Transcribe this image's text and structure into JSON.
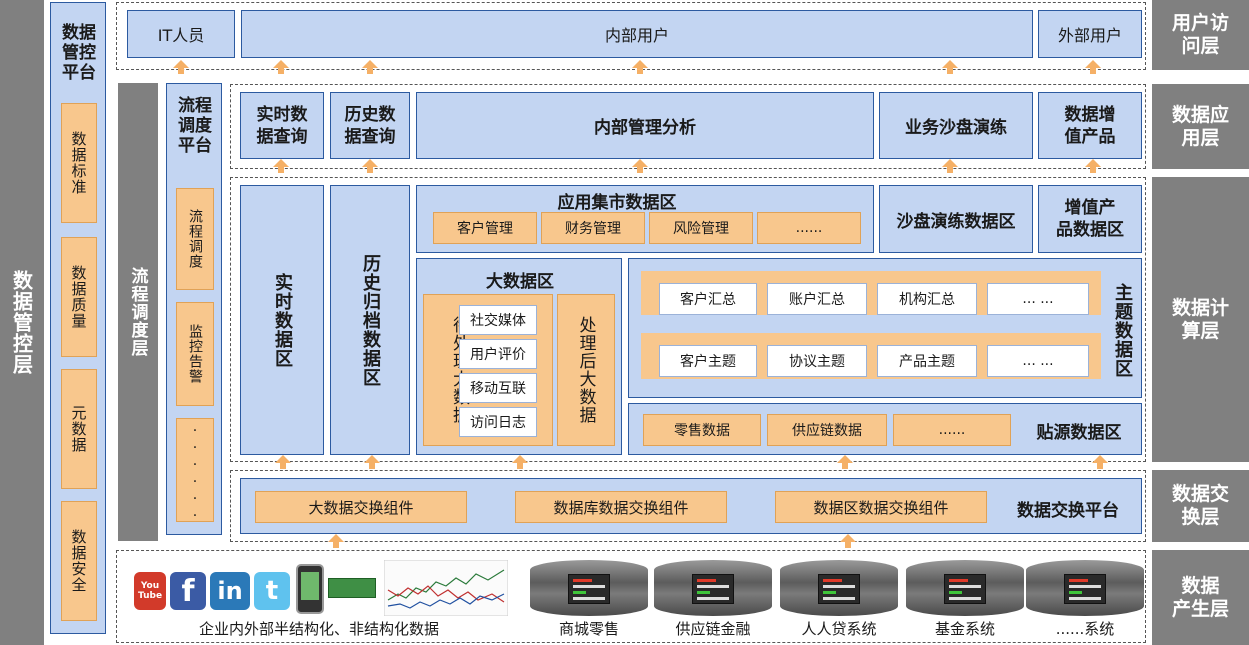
{
  "layers_right": {
    "access": "用户访\n问层",
    "application": "数据应\n用层",
    "compute": "数据计\n算层",
    "exchange": "数据交\n换层",
    "generation": "数据\n产生层"
  },
  "left_outer": {
    "label": "数据管控层"
  },
  "governance": {
    "title": "数据\n管控\n平台",
    "items": [
      "数据标准",
      "数据质量",
      "元数据",
      "数据安全"
    ]
  },
  "schedule_layer": {
    "label": "流程调度层"
  },
  "schedule_platform": {
    "title": "流程\n调度\n平台",
    "items": [
      "流程调度",
      "监控告警",
      "......"
    ]
  },
  "access_layer": {
    "it": "IT人员",
    "internal": "内部用户",
    "external": "外部用户"
  },
  "app_layer": {
    "realtime_query": "实时数\n据查询",
    "history_query": "历史数\n据查询",
    "internal_analysis": "内部管理分析",
    "sandbox": "业务沙盘演练",
    "value_products": "数据增\n值产品"
  },
  "compute_layer": {
    "realtime_zone": "实时数据区",
    "history_zone": "历史归档数据区",
    "mart": {
      "title": "应用集市数据区",
      "items": [
        "客户管理",
        "财务管理",
        "风险管理",
        "......"
      ]
    },
    "sandbox_zone": "沙盘演练数据区",
    "value_zone": "增值产\n品数据区",
    "bigdata": {
      "title": "大数据区",
      "pending": "待处理大数据",
      "processed": "处理后大数据",
      "sources": [
        "社交媒体",
        "用户评价",
        "移动互联",
        "访问日志"
      ]
    },
    "subject": {
      "label": "主题数据区",
      "row1": [
        "客户汇总",
        "账户汇总",
        "机构汇总",
        "... ..."
      ],
      "row2": [
        "客户主题",
        "协议主题",
        "产品主题",
        "... ..."
      ]
    },
    "source": {
      "label": "贴源数据区",
      "items": [
        "零售数据",
        "供应链数据",
        "......"
      ]
    }
  },
  "exchange_layer": {
    "items": [
      "大数据交换组件",
      "数据库数据交换组件",
      "数据区数据交换组件"
    ],
    "platform": "数据交换平台"
  },
  "generation_layer": {
    "left_caption": "企业内外部半结构化、非结构化数据",
    "social_icons": [
      "You Tube",
      "f",
      "in",
      "t"
    ],
    "systems": [
      "商城零售",
      "供应链金融",
      "人人贷系统",
      "基金系统",
      "......系统"
    ]
  },
  "colors": {
    "gray": "#808080",
    "blue_fill": "#c3d5f2",
    "blue_border": "#2c5aa0",
    "orange": "#f8c78d",
    "arrow": "#f5b066"
  }
}
